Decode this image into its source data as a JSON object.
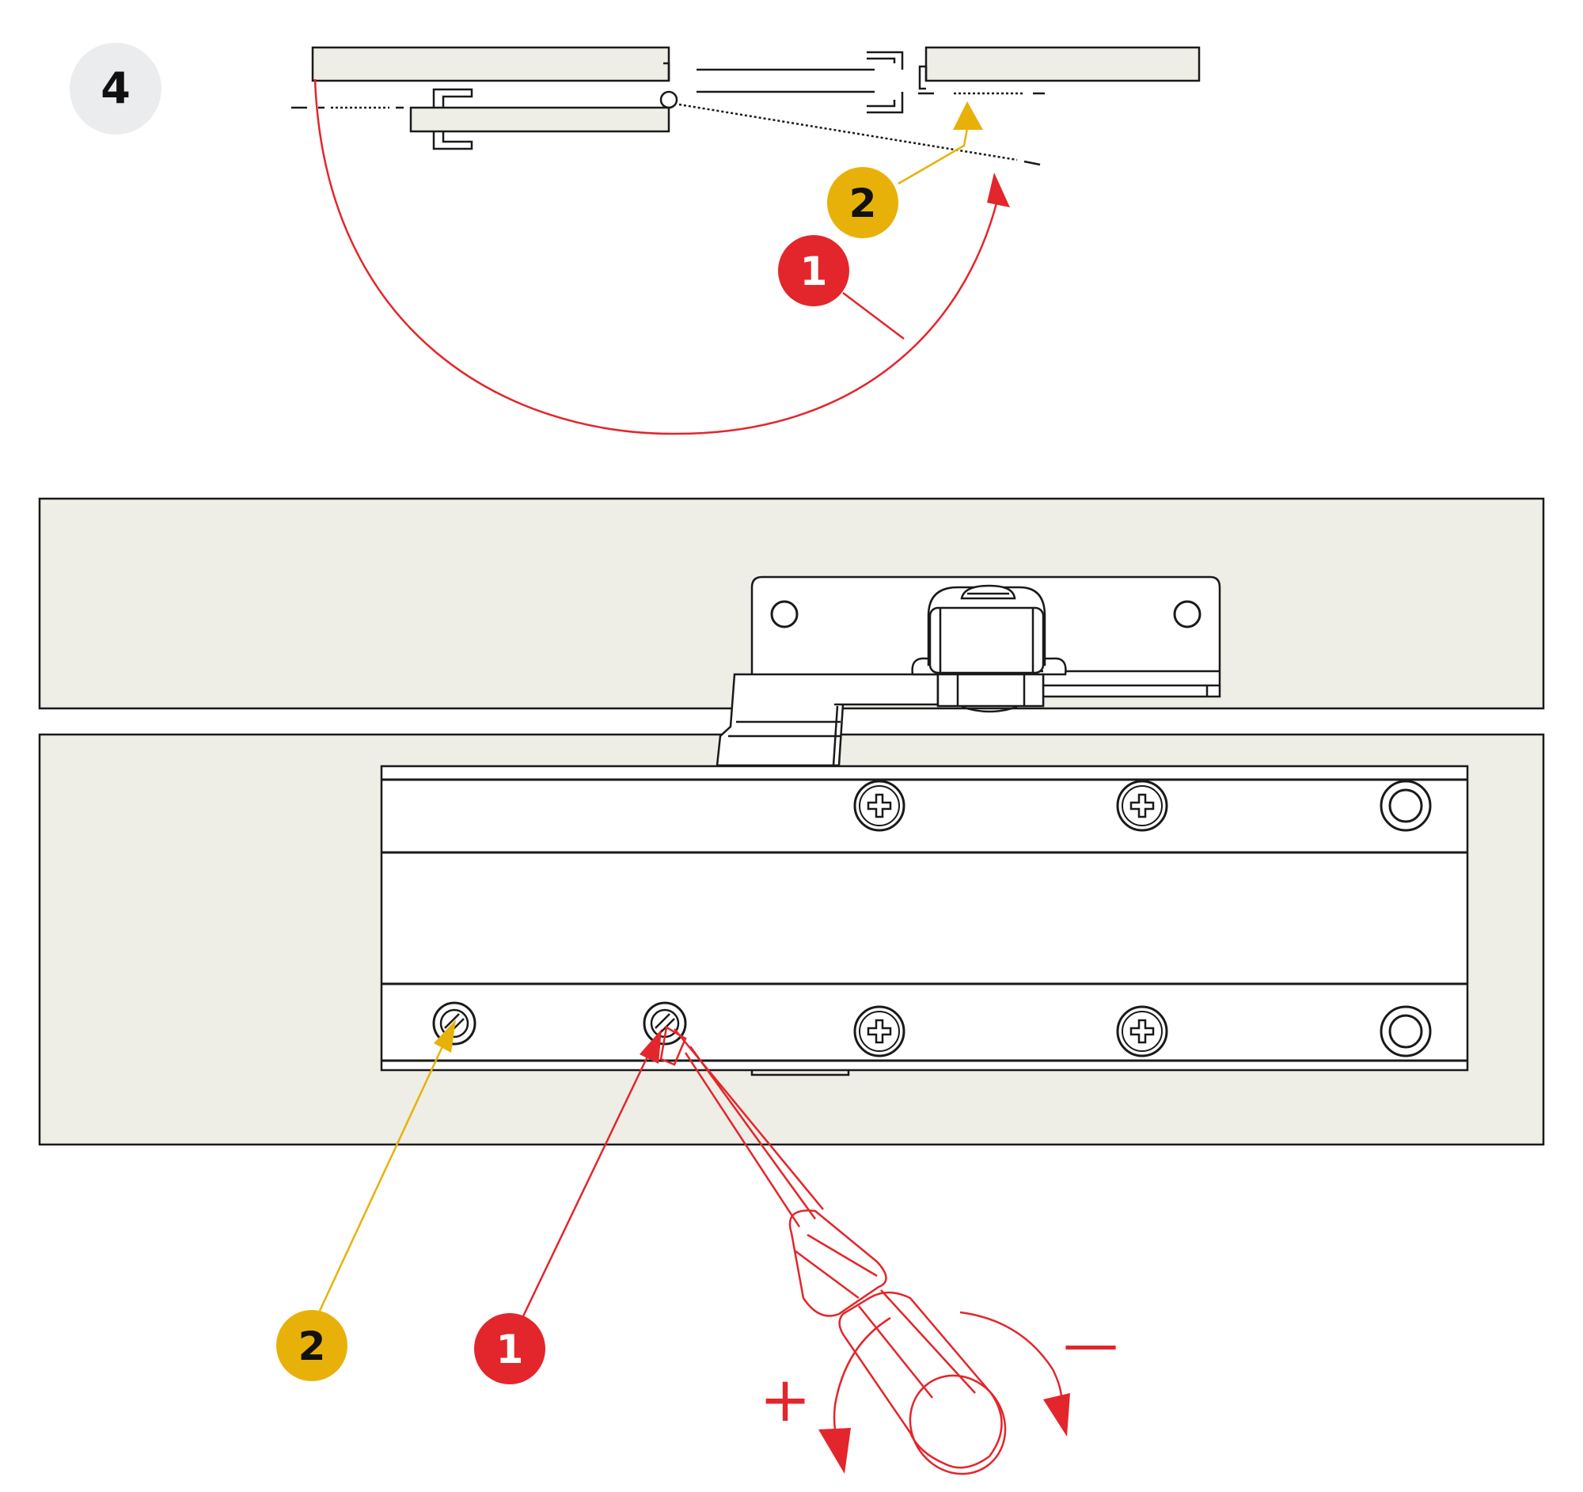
{
  "step": {
    "number": "4"
  },
  "callouts": {
    "one": "1",
    "two": "2"
  },
  "adjust_signs": {
    "plus": "+",
    "minus": "—"
  },
  "colors": {
    "red": "#e3262b",
    "yellow": "#e8b10a",
    "panel": "#eeede6",
    "badge": "#ebecee",
    "line": "#1a1a1a"
  },
  "icons": {
    "screwdriver": "screwdriver-icon",
    "phillips_screw": "phillips-screw-icon",
    "slotted_valve": "adjustment-valve-icon",
    "rotation_arrow": "rotation-arrow-icon"
  }
}
